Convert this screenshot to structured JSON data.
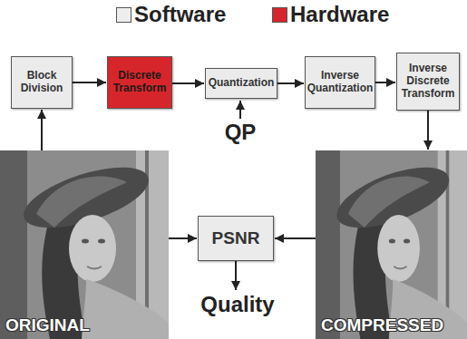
{
  "diagram": {
    "nodes": [
      {
        "text": [
          "Block Division"
        ]
      },
      {
        "text": [
          "Discrete Transform"
        ]
      },
      {
        "text": [
          "Quantization"
        ]
      },
      {
        "text": [
          "Inverse Quantization"
        ]
      },
      {
        "text": [
          "Inverse Discrete Transform"
        ]
      },
      {
        "text": [
          "ORIGINAL"
        ]
      },
      {
        "text": [
          "PSNR"
        ]
      },
      {
        "text": [
          "COMPRESSED"
        ]
      }
    ],
    "edges": [
      {
        "from": 0,
        "to": 1,
        "arrow": "to"
      },
      {
        "from": 1,
        "to": 2,
        "arrow": "to"
      },
      {
        "from": 2,
        "to": 3,
        "arrow": "to"
      },
      {
        "from": 3,
        "to": 4,
        "arrow": "to"
      },
      {
        "from": 4,
        "to": 7,
        "arrow": "to"
      },
      {
        "from": 5,
        "to": 0,
        "arrow": "to"
      },
      {
        "from": 5,
        "to": 6,
        "arrow": "to"
      },
      {
        "from": 7,
        "to": 6,
        "arrow": "to"
      }
    ],
    "labels": [
      "QP",
      "Quality"
    ],
    "legend": [
      {
        "text": "Software",
        "color": "#eeeeee"
      },
      {
        "text": "Hardware",
        "color": "#d7262b"
      }
    ]
  }
}
